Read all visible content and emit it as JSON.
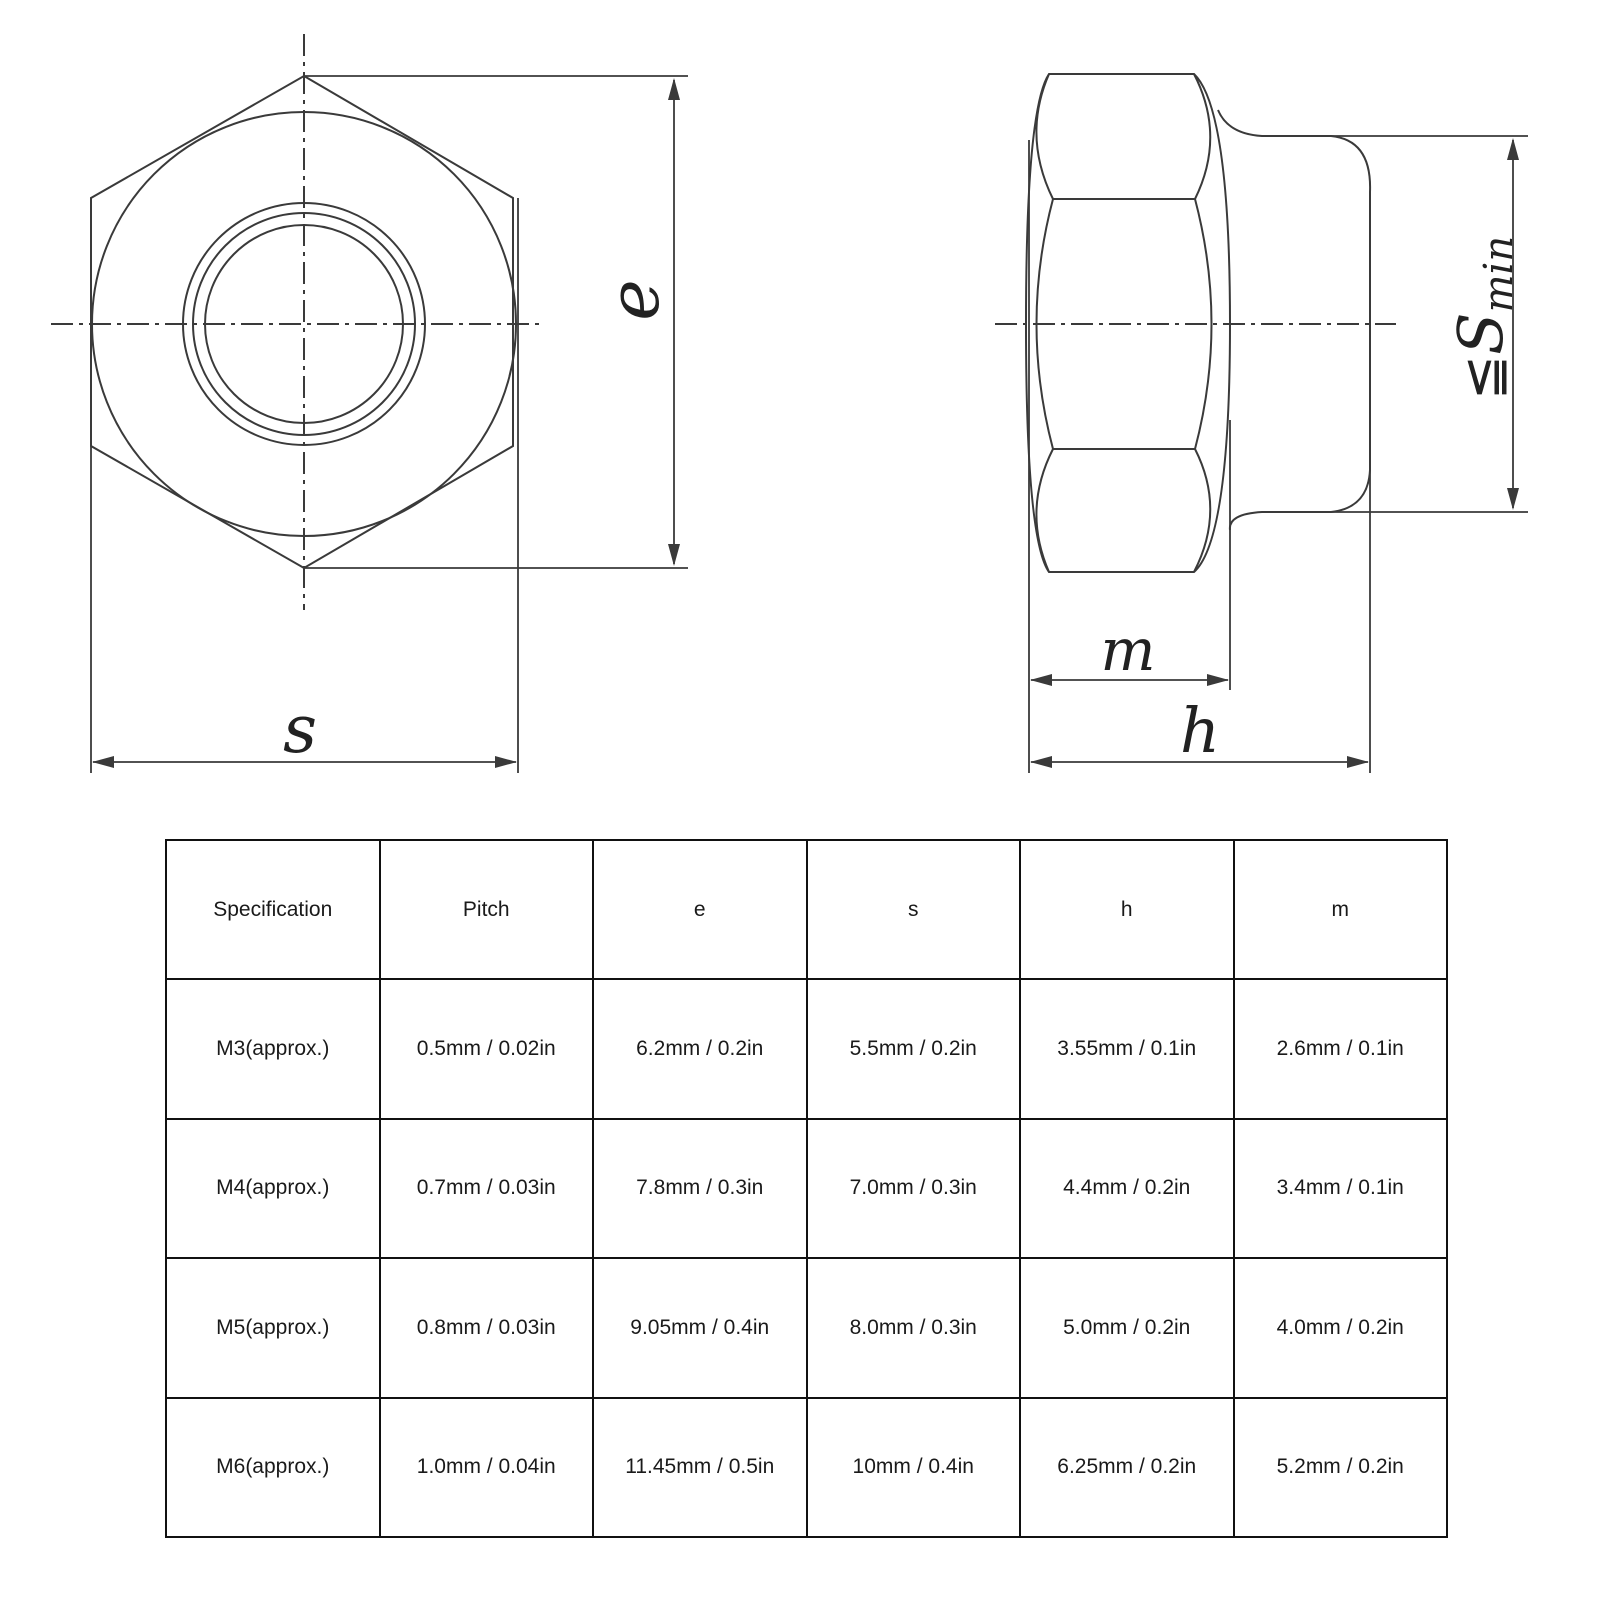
{
  "diagram": {
    "labels": {
      "e": "e",
      "s": "s",
      "m": "m",
      "h": "h",
      "smin_prefix": "≦",
      "smin_symbol": "S",
      "smin_subscript": "min"
    }
  },
  "table": {
    "headers": [
      "Specification",
      "Pitch",
      "e",
      "s",
      "h",
      "m"
    ],
    "rows": [
      [
        "M3(approx.)",
        "0.5mm / 0.02in",
        "6.2mm / 0.2in",
        "5.5mm / 0.2in",
        "3.55mm / 0.1in",
        "2.6mm / 0.1in"
      ],
      [
        "M4(approx.)",
        "0.7mm / 0.03in",
        "7.8mm / 0.3in",
        "7.0mm / 0.3in",
        "4.4mm / 0.2in",
        "3.4mm / 0.1in"
      ],
      [
        "M5(approx.)",
        "0.8mm / 0.03in",
        "9.05mm / 0.4in",
        "8.0mm / 0.3in",
        "5.0mm / 0.2in",
        "4.0mm / 0.2in"
      ],
      [
        "M6(approx.)",
        "1.0mm / 0.04in",
        "11.45mm / 0.5in",
        "10mm / 0.4in",
        "6.25mm / 0.2in",
        "5.2mm / 0.2in"
      ]
    ]
  }
}
